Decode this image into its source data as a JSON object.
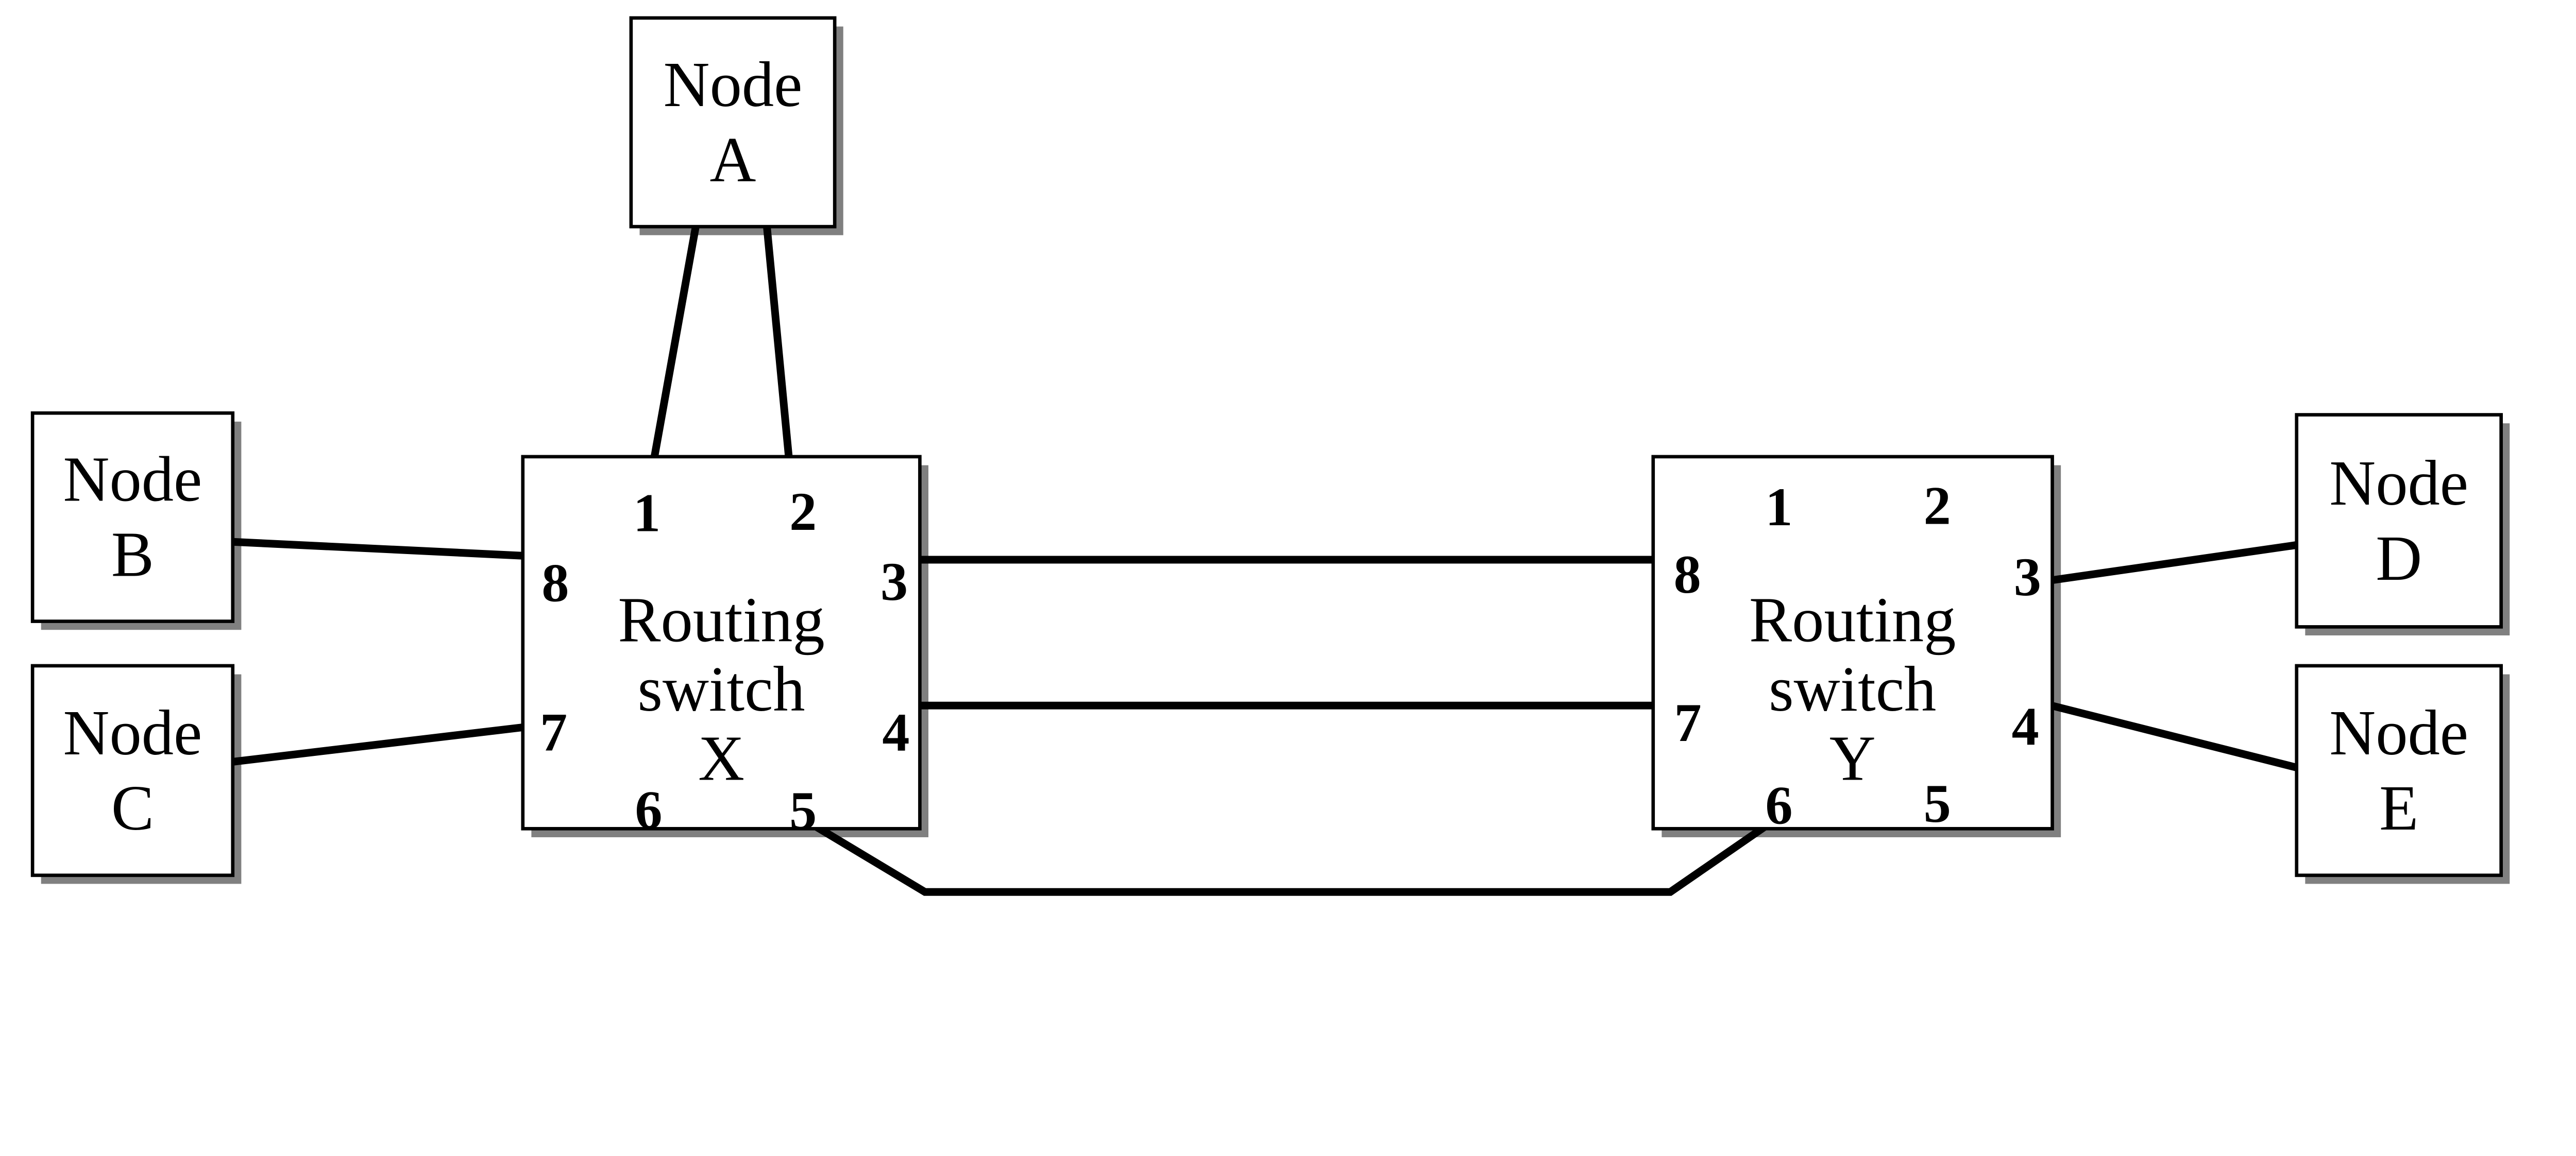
{
  "diagram": {
    "type": "network-topology",
    "colors": {
      "background": "#ffffff",
      "line": "#000000",
      "box_fill": "#ffffff",
      "box_border": "#000000",
      "shadow": "#808080"
    },
    "nodes": [
      {
        "name": "Node A",
        "line1": "Node",
        "line2": "A"
      },
      {
        "name": "Node B",
        "line1": "Node",
        "line2": "B"
      },
      {
        "name": "Node C",
        "line1": "Node",
        "line2": "C"
      },
      {
        "name": "Node D",
        "line1": "Node",
        "line2": "D"
      },
      {
        "name": "Node E",
        "line1": "Node",
        "line2": "E"
      }
    ],
    "switches": [
      {
        "name": "Routing switch X",
        "line1": "Routing",
        "line2": "switch",
        "line3": "X",
        "ports": [
          "1",
          "2",
          "3",
          "4",
          "5",
          "6",
          "7",
          "8"
        ]
      },
      {
        "name": "Routing switch Y",
        "line1": "Routing",
        "line2": "switch",
        "line3": "Y",
        "ports": [
          "1",
          "2",
          "3",
          "4",
          "5",
          "6",
          "7",
          "8"
        ]
      }
    ],
    "links": [
      {
        "from": "Node A",
        "to": "Routing switch X port 1"
      },
      {
        "from": "Node A",
        "to": "Routing switch X port 2"
      },
      {
        "from": "Node B",
        "to": "Routing switch X port 8"
      },
      {
        "from": "Node C",
        "to": "Routing switch X port 7"
      },
      {
        "from": "Routing switch X port 3",
        "to": "Routing switch Y port 8"
      },
      {
        "from": "Routing switch X port 4",
        "to": "Routing switch Y port 7"
      },
      {
        "from": "Routing switch X port 5",
        "to": "Routing switch Y port 6"
      },
      {
        "from": "Routing switch Y port 3",
        "to": "Node D"
      },
      {
        "from": "Routing switch Y port 4",
        "to": "Node E"
      }
    ]
  }
}
